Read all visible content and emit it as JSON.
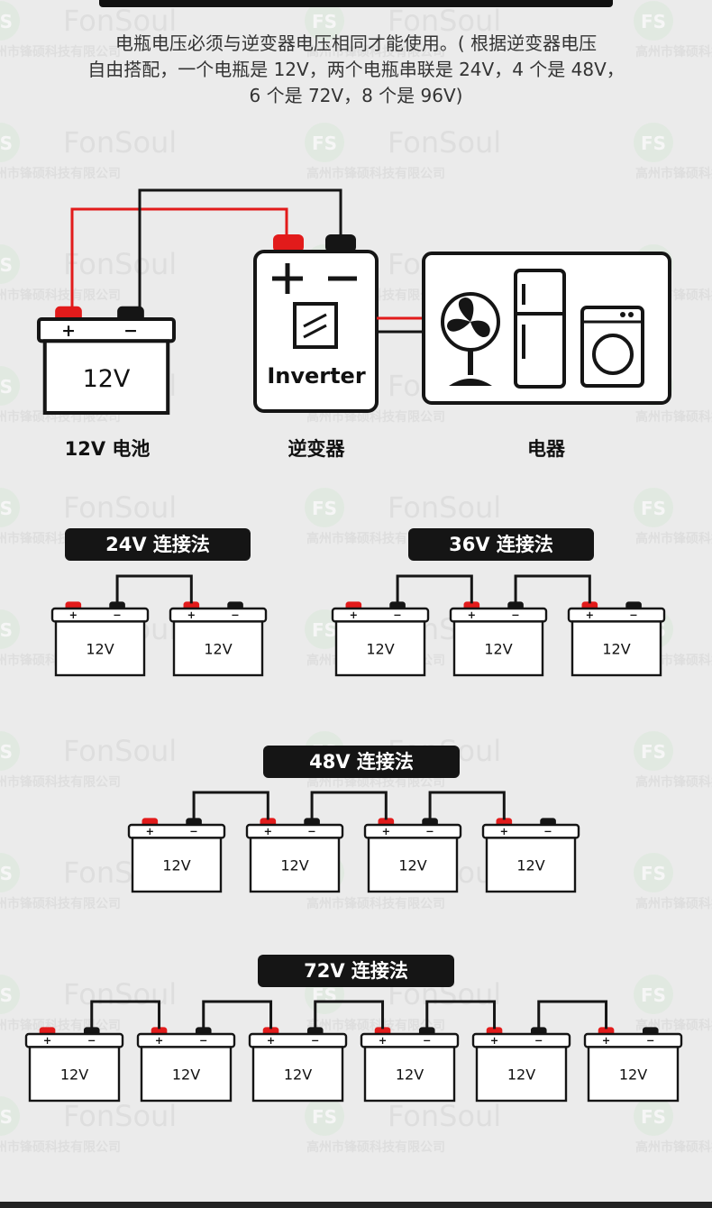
{
  "watermark": {
    "brand": "FonSoul",
    "company": "高州市锋硕科技有限公司",
    "logo": "FS"
  },
  "intro": {
    "line1": "电瓶电压必须与逆变器电压相同才能使用。( 根据逆变器电压",
    "line2": "自由搭配，一个电瓶是 12V，两个电瓶串联是 24V，4 个是 48V，",
    "line3": "6 个是 72V，8 个是 96V)"
  },
  "main_diagram": {
    "battery_label": "12V",
    "inverter_label": "Inverter",
    "captions": {
      "battery": "12V 电池",
      "inverter": "逆变器",
      "appliances": "电器"
    },
    "icons": [
      "fan-icon",
      "refrigerator-icon",
      "washing-machine-icon",
      "inverter-switch-icon"
    ]
  },
  "terminals": {
    "positive": "+",
    "negative": "−"
  },
  "colors": {
    "positive": "#e21b1b",
    "negative": "#151515",
    "wire_red": "#e21b1b",
    "wire_black": "#151515",
    "pill_bg": "#151515"
  },
  "series_sections": [
    {
      "label": "24V 连接法",
      "count": 2,
      "cell_label": "12V"
    },
    {
      "label": "36V 连接法",
      "count": 3,
      "cell_label": "12V"
    },
    {
      "label": "48V 连接法",
      "count": 4,
      "cell_label": "12V"
    },
    {
      "label": "72V 连接法",
      "count": 6,
      "cell_label": "12V"
    }
  ]
}
